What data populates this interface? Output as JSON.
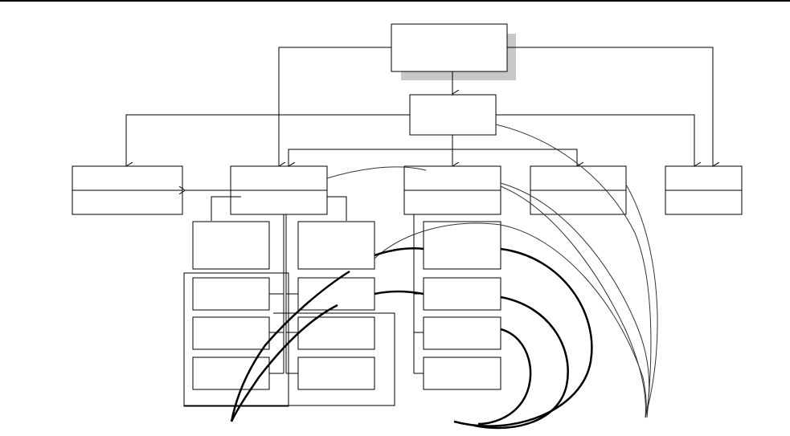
{
  "diagram": {
    "colors": {
      "stroke": "#000000",
      "shadow": "#c8c8c8",
      "background": "#ffffff",
      "curve": "#333333"
    },
    "boxes": [
      {
        "id": "top-root",
        "label": ""
      },
      {
        "id": "second-level",
        "label": ""
      },
      {
        "id": "left-panel",
        "label": ""
      },
      {
        "id": "center-left-panel",
        "label": ""
      },
      {
        "id": "center-right-panel",
        "label": ""
      },
      {
        "id": "right-panel",
        "label": ""
      },
      {
        "id": "far-right-panel",
        "label": ""
      },
      {
        "id": "sub-a1",
        "label": ""
      },
      {
        "id": "sub-a2",
        "label": ""
      },
      {
        "id": "sub-a3",
        "label": ""
      },
      {
        "id": "sub-a4",
        "label": ""
      },
      {
        "id": "sub-b1",
        "label": ""
      },
      {
        "id": "sub-b2",
        "label": ""
      },
      {
        "id": "sub-b3",
        "label": ""
      },
      {
        "id": "sub-b4",
        "label": ""
      },
      {
        "id": "sub-c1",
        "label": ""
      },
      {
        "id": "sub-c2",
        "label": ""
      },
      {
        "id": "sub-c3",
        "label": ""
      },
      {
        "id": "sub-c4",
        "label": ""
      }
    ]
  }
}
